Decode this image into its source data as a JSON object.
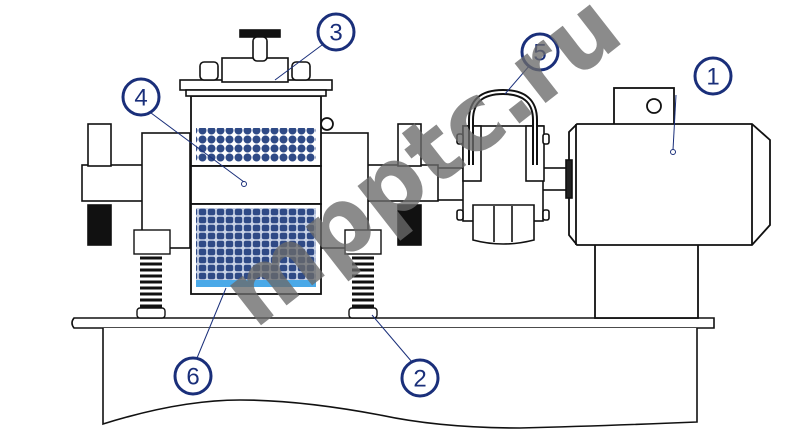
{
  "diagram": {
    "subject": "Vibratory mill assembly",
    "colors": {
      "line": "#111111",
      "callout": "#1a2f7a",
      "media": "#2f4a86",
      "grid_screen": "#4aa9e8",
      "watermark": "#6b6b6b"
    },
    "callouts": [
      {
        "id": "1",
        "label": "1",
        "part": "electric motor"
      },
      {
        "id": "2",
        "label": "2",
        "part": "spring support"
      },
      {
        "id": "3",
        "label": "3",
        "part": "clamping lid"
      },
      {
        "id": "4",
        "label": "4",
        "part": "grinding chamber"
      },
      {
        "id": "5",
        "label": "5",
        "part": "elastic coupling"
      },
      {
        "id": "6",
        "label": "6",
        "part": "screen / grid"
      }
    ],
    "watermark": "mpptc.ru"
  }
}
